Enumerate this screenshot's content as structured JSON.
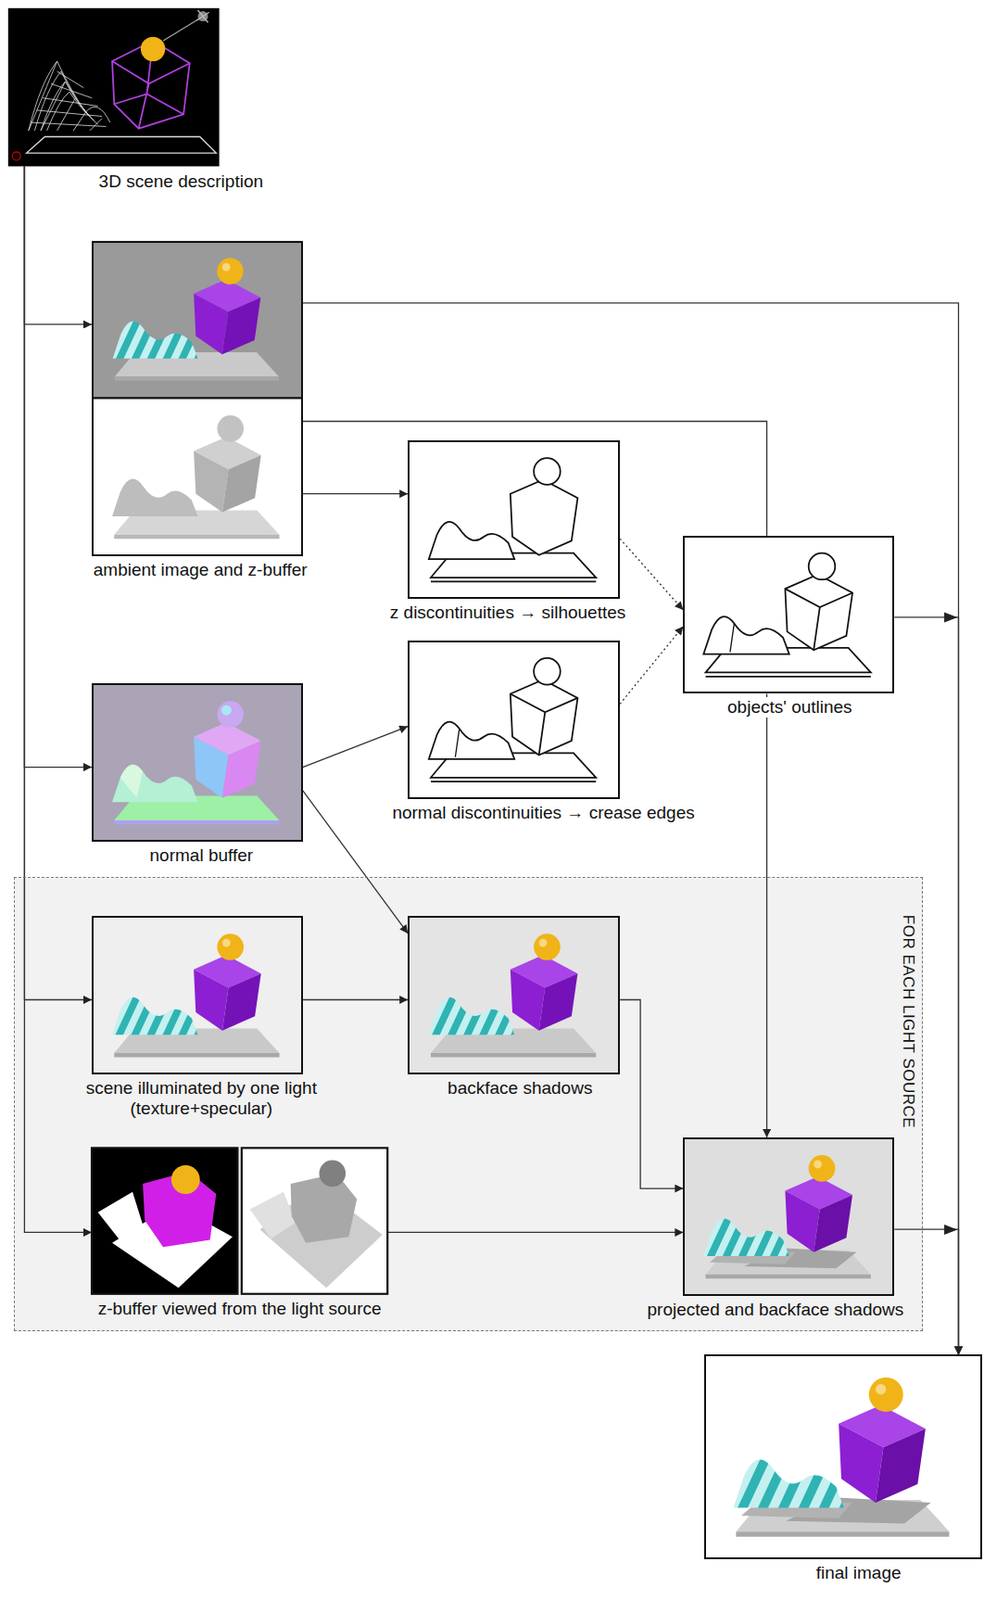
{
  "diagram": {
    "nodes": [
      {
        "text": [
          "3D scene description"
        ]
      },
      {
        "text": [
          "ambient image and z-buffer"
        ]
      },
      {
        "text": [
          "z discontinuities → silhouettes"
        ]
      },
      {
        "text": [
          "objects' outlines"
        ]
      },
      {
        "text": [
          "normal buffer"
        ]
      },
      {
        "text": [
          "normal discontinuities → crease edges"
        ]
      },
      {
        "text": [
          "FOR EACH LIGHT SOURCE"
        ]
      },
      {
        "text": [
          "scene illuminated by one light (texture+specular)"
        ],
        "in": 6
      },
      {
        "text": [
          "backface shadows"
        ],
        "in": 6
      },
      {
        "text": [
          "z-buffer viewed from the light source"
        ],
        "in": 6
      },
      {
        "text": [
          "projected and backface shadows"
        ],
        "in": 6
      },
      {
        "text": [
          "final image"
        ]
      }
    ],
    "edges": [
      {
        "from": 0,
        "to": 1,
        "arrow": "to"
      },
      {
        "from": 0,
        "to": 4,
        "arrow": "to"
      },
      {
        "from": 0,
        "to": 7,
        "arrow": "to"
      },
      {
        "from": 0,
        "to": 9,
        "arrow": "to"
      },
      {
        "from": 1,
        "to": 11,
        "arrow": "to"
      },
      {
        "from": 1,
        "to": 2,
        "arrow": "to"
      },
      {
        "from": 1,
        "to": 10,
        "arrow": "to"
      },
      {
        "from": 2,
        "to": 3,
        "arrow": "to"
      },
      {
        "from": 5,
        "to": 3,
        "arrow": "to"
      },
      {
        "from": 3,
        "to": 11,
        "arrow": "to"
      },
      {
        "from": 4,
        "to": 5,
        "arrow": "to"
      },
      {
        "from": 4,
        "to": 8,
        "arrow": "to"
      },
      {
        "from": 7,
        "to": 8,
        "arrow": "to"
      },
      {
        "from": 8,
        "to": 10,
        "arrow": "to"
      },
      {
        "from": 9,
        "to": 10,
        "arrow": "to"
      },
      {
        "from": 10,
        "to": 11,
        "arrow": "to"
      }
    ]
  }
}
